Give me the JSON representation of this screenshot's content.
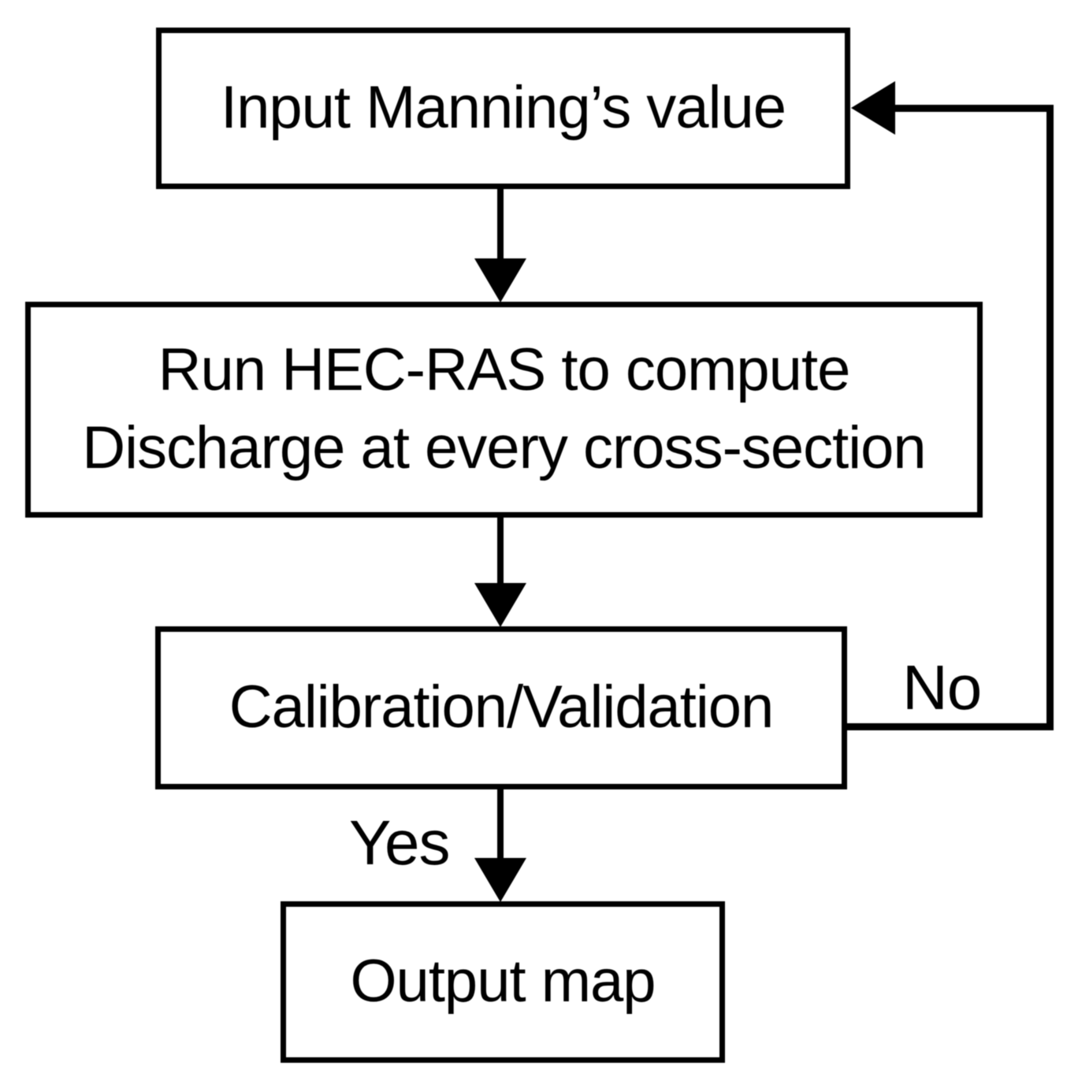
{
  "flowchart": {
    "nodes": [
      {
        "id": "input-mannings-value",
        "label": "Input Manning’s value"
      },
      {
        "id": "run-hec-ras",
        "lines": [
          "Run HEC-RAS to compute",
          "Discharge at every cross-section"
        ]
      },
      {
        "id": "calibration-validation",
        "label": "Calibration/Validation"
      },
      {
        "id": "output-map",
        "label": "Output map"
      }
    ],
    "edge_labels": {
      "yes": "Yes",
      "no": "No"
    },
    "colors": {
      "stroke": "#000000",
      "text": "#000000",
      "background": "#ffffff"
    }
  }
}
